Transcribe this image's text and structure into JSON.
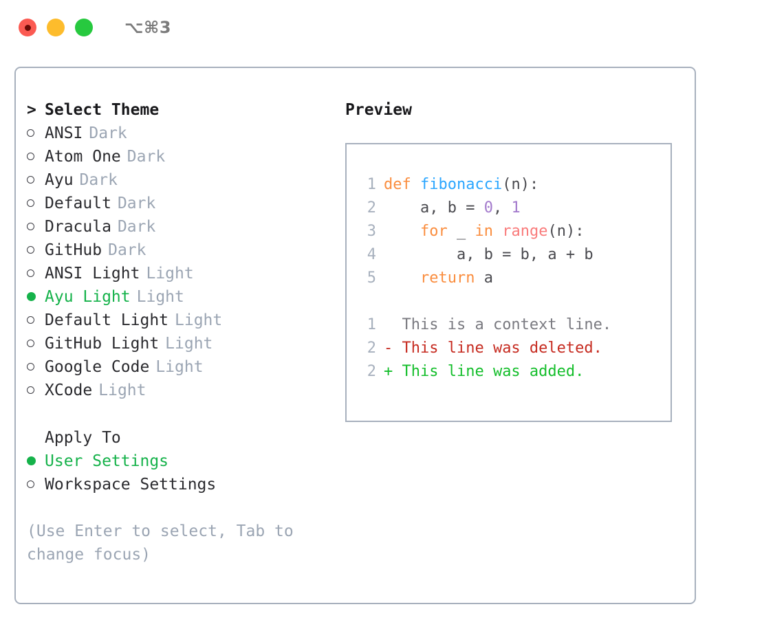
{
  "window": {
    "shortcut_label": "⌥⌘3",
    "traffic_lights": [
      "close-red",
      "minimize-yellow",
      "maximize-green"
    ]
  },
  "left": {
    "header": {
      "prompt": ">",
      "label": "Select Theme"
    },
    "themes": [
      {
        "name": "ANSI",
        "tag": "Dark",
        "selected": false
      },
      {
        "name": "Atom One",
        "tag": "Dark",
        "selected": false
      },
      {
        "name": "Ayu",
        "tag": "Dark",
        "selected": false
      },
      {
        "name": "Default",
        "tag": "Dark",
        "selected": false
      },
      {
        "name": "Dracula",
        "tag": "Dark",
        "selected": false
      },
      {
        "name": "GitHub",
        "tag": "Dark",
        "selected": false
      },
      {
        "name": "ANSI Light",
        "tag": "Light",
        "selected": false
      },
      {
        "name": "Ayu Light",
        "tag": "Light",
        "selected": true
      },
      {
        "name": "Default Light",
        "tag": "Light",
        "selected": false
      },
      {
        "name": "GitHub Light",
        "tag": "Light",
        "selected": false
      },
      {
        "name": "Google Code",
        "tag": "Light",
        "selected": false
      },
      {
        "name": "XCode",
        "tag": "Light",
        "selected": false
      }
    ],
    "apply_to": {
      "header": "Apply To",
      "options": [
        {
          "label": "User Settings",
          "selected": true
        },
        {
          "label": "Workspace Settings",
          "selected": false
        }
      ]
    },
    "hint": "(Use Enter to select, Tab to change focus)"
  },
  "right": {
    "header": "Preview",
    "code_lines": [
      {
        "no": "1",
        "tokens": [
          {
            "t": "def ",
            "c": "kw"
          },
          {
            "t": "fibonacci",
            "c": "fn"
          },
          {
            "t": "(n):",
            "c": "pln"
          }
        ]
      },
      {
        "no": "2",
        "tokens": [
          {
            "t": "    a, b = ",
            "c": "pln"
          },
          {
            "t": "0",
            "c": "num"
          },
          {
            "t": ", ",
            "c": "pln"
          },
          {
            "t": "1",
            "c": "num"
          }
        ]
      },
      {
        "no": "3",
        "tokens": [
          {
            "t": "    ",
            "c": "pln"
          },
          {
            "t": "for",
            "c": "kw"
          },
          {
            "t": " _ ",
            "c": "pln"
          },
          {
            "t": "in",
            "c": "kw"
          },
          {
            "t": " ",
            "c": "pln"
          },
          {
            "t": "range",
            "c": "bi"
          },
          {
            "t": "(n):",
            "c": "pln"
          }
        ]
      },
      {
        "no": "4",
        "tokens": [
          {
            "t": "        a, b = b, a + b",
            "c": "pln"
          }
        ]
      },
      {
        "no": "5",
        "tokens": [
          {
            "t": "    ",
            "c": "pln"
          },
          {
            "t": "return",
            "c": "kw"
          },
          {
            "t": " a",
            "c": "pln"
          }
        ]
      }
    ],
    "diff_lines": [
      {
        "no": "1",
        "marker": " ",
        "text": "This is a context line.",
        "kind": "ctx"
      },
      {
        "no": "2",
        "marker": "-",
        "text": "This line was deleted.",
        "kind": "del"
      },
      {
        "no": "2",
        "marker": "+",
        "text": "This line was added.",
        "kind": "add"
      }
    ]
  },
  "colors": {
    "accent_green": "#15B24A",
    "border": "#A7B0BD",
    "muted": "#9BA5B3",
    "keyword": "#FA8D3E",
    "function": "#2BA6FF",
    "number": "#A37ACC",
    "builtin": "#F97B7B",
    "diff_delete": "#C62B20",
    "diff_add": "#14BE2B"
  }
}
